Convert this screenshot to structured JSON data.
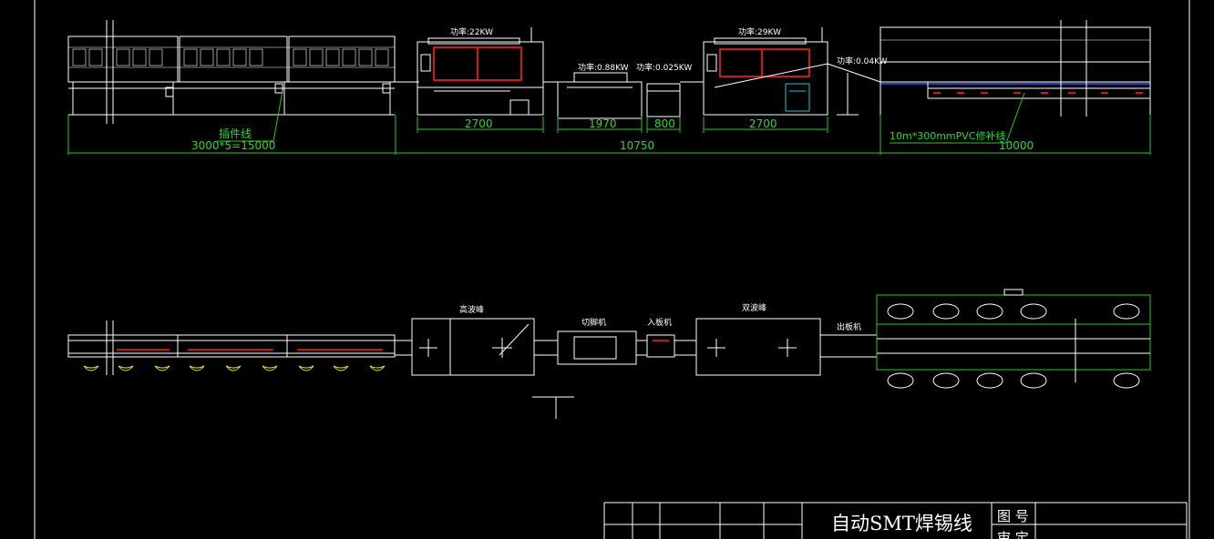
{
  "drawing": {
    "title": "自动SMT焊锡线",
    "title_block": {
      "label_drawing_no": "图 号",
      "label_second_row": "审 定"
    }
  },
  "elevation": {
    "power_labels": {
      "wave1": "功率:22KW",
      "cutter": "功率:0.88KW",
      "loader": "功率:0.025KW",
      "wave2": "功率:29KW",
      "unloader": "功率:0.04KW"
    },
    "dimensions": {
      "insert_line": "3000*5=15000",
      "wave1": "2700",
      "cutter": "1970",
      "loader": "800",
      "wave2": "2700",
      "middle_total": "10750",
      "repair_line": "10000"
    },
    "notes": {
      "insert_line": "插件线",
      "repair_line": "10m*300mmPVC修补线"
    }
  },
  "plan": {
    "labels": {
      "wave1": "高波峰",
      "cutter": "切脚机",
      "loader": "入板机",
      "wave2": "双波峰",
      "unloader": "出板机"
    }
  },
  "colors": {
    "background": "#000000",
    "lines": "#ffffff",
    "heater": "#ff2020",
    "annotation": "#29c729",
    "conveyor": "#3d4dff",
    "cart": "#27c6d8",
    "chairs": "#e5e53a"
  }
}
